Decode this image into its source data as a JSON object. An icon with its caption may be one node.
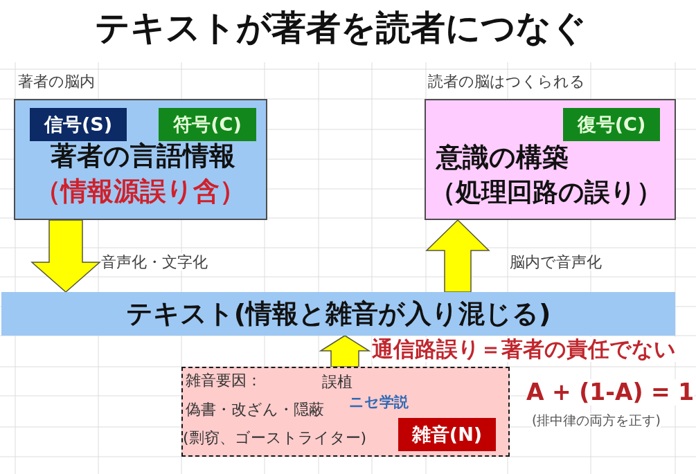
{
  "diagram": {
    "title": "テキストが著者を読者につなぐ",
    "nodes": [
      {
        "text": [
          "著者の脳内",
          "著者の言語情報",
          "（情報源誤り含）"
        ]
      },
      {
        "text": [
          "信号(S)"
        ],
        "in": 0
      },
      {
        "text": [
          "符号(C)"
        ],
        "in": 0
      },
      {
        "text": [
          "読者の脳はつくられる",
          "意識の構築",
          "（処理回路の誤り）"
        ]
      },
      {
        "text": [
          "復号(C)"
        ],
        "in": 3
      },
      {
        "text": [
          "テキスト(情報と雑音が入り混じる)"
        ]
      },
      {
        "text": [
          "雑音要因：",
          "誤植",
          "偽書・改ざん・隠蔽",
          "ニセ学説",
          "(剽窃、ゴーストライター)"
        ]
      },
      {
        "text": [
          "雑音(N)"
        ],
        "in": 6
      }
    ],
    "edges": [
      {
        "from": 0,
        "to": 5,
        "arrow": "to",
        "label": "音声化・文字化"
      },
      {
        "from": 5,
        "to": 3,
        "arrow": "to",
        "label": "脳内で音声化"
      },
      {
        "from": 6,
        "to": 5,
        "arrow": "to",
        "label": "通信路誤り＝著者の責任でない"
      }
    ],
    "labels": [
      "A + (1-A) = 1",
      "(排中律の両方を正す)"
    ]
  }
}
